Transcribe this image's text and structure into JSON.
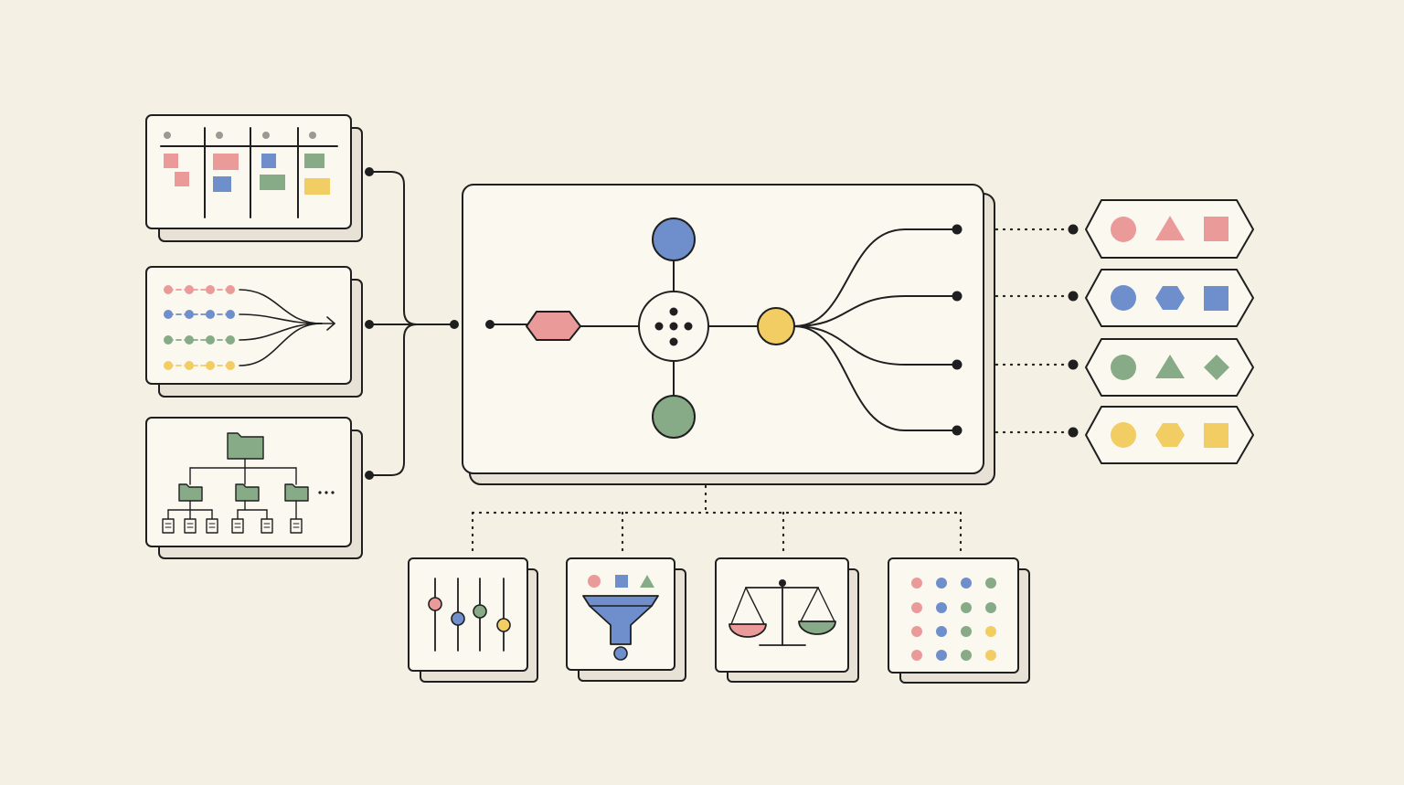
{
  "diagram": {
    "colors": {
      "background": "#f5f0e4",
      "card_fill": "#fbf8f0",
      "card_shadow": "#e7e2d5",
      "stroke": "#1f1f1f",
      "red": "#eb9a9a",
      "blue": "#6f8fcc",
      "green": "#86ab86",
      "yellow": "#f1cd64",
      "gray": "#9a9a94"
    },
    "inputs": [
      {
        "name": "kanban-board-card",
        "icon": "kanban-board-icon"
      },
      {
        "name": "merging-streams-card",
        "icon": "merging-streams-icon"
      },
      {
        "name": "folder-tree-card",
        "icon": "folder-tree-icon"
      }
    ],
    "hub": {
      "name": "central-processing-card",
      "nodes": [
        "red-hexagon-node",
        "blue-circle-node",
        "center-dots-node",
        "green-circle-node",
        "yellow-circle-node"
      ]
    },
    "outputs": [
      {
        "name": "output-tag-red",
        "color": "red",
        "shapes": [
          "circle",
          "triangle",
          "square"
        ]
      },
      {
        "name": "output-tag-blue",
        "color": "blue",
        "shapes": [
          "circle",
          "hexagon",
          "square"
        ]
      },
      {
        "name": "output-tag-green",
        "color": "green",
        "shapes": [
          "circle",
          "triangle",
          "diamond"
        ]
      },
      {
        "name": "output-tag-yellow",
        "color": "yellow",
        "shapes": [
          "circle",
          "hexagon",
          "square"
        ]
      }
    ],
    "tools": [
      {
        "name": "sliders-tool-card",
        "icon": "sliders-icon"
      },
      {
        "name": "filter-funnel-tool-card",
        "icon": "funnel-icon"
      },
      {
        "name": "balance-scale-tool-card",
        "icon": "scale-icon"
      },
      {
        "name": "dot-grid-tool-card",
        "icon": "dot-grid-icon"
      }
    ]
  }
}
